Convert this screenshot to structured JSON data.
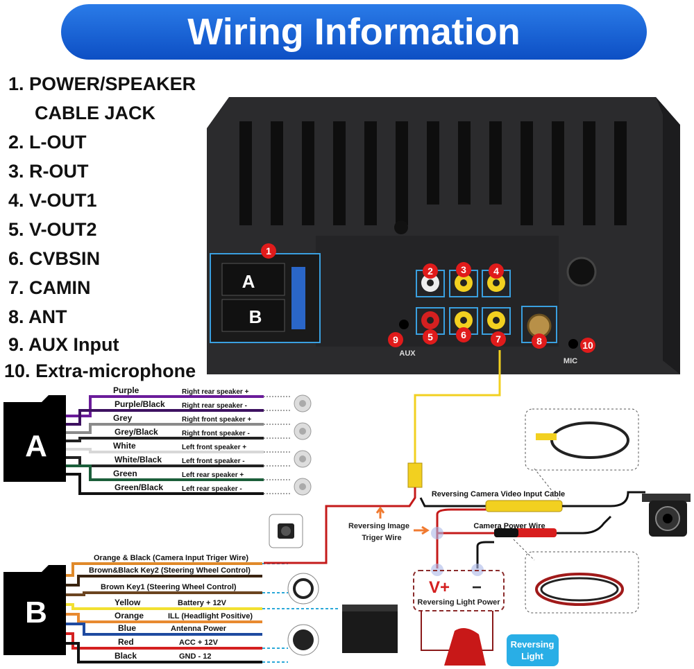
{
  "title": "Wiring Information",
  "legend": [
    {
      "num": "1.",
      "label": "POWER/SPEAKER",
      "label2": "CABLE JACK"
    },
    {
      "num": "2.",
      "label": "L-OUT"
    },
    {
      "num": "3.",
      "label": "R-OUT"
    },
    {
      "num": "4.",
      "label": "V-OUT1"
    },
    {
      "num": "5.",
      "label": "V-OUT2"
    },
    {
      "num": "6.",
      "label": "CVBSIN"
    },
    {
      "num": "7.",
      "label": "CAMIN"
    },
    {
      "num": "8.",
      "label": "ANT"
    },
    {
      "num": "9.",
      "label": "AUX Input"
    },
    {
      "num": "10.",
      "label": "Extra-microphone"
    }
  ],
  "unit": {
    "connector_a": "A",
    "connector_b": "B",
    "aux": "AUX",
    "mic": "MIC",
    "jacks": [
      "1",
      "2",
      "3",
      "4",
      "5",
      "6",
      "7",
      "8",
      "9",
      "10"
    ]
  },
  "harness_a": {
    "label": "A",
    "wires": [
      {
        "color": "Purple",
        "function": "Right rear speaker +",
        "hex": "#6a1b9a"
      },
      {
        "color": "Purple/Black",
        "function": "Right rear speaker -",
        "hex": "#3d1160"
      },
      {
        "color": "Grey",
        "function": "Right front speaker +",
        "hex": "#8a8a8a"
      },
      {
        "color": "Grey/Black",
        "function": "Right  front speaker -",
        "hex": "#222222"
      },
      {
        "color": "White",
        "function": "Left front speaker +",
        "hex": "#d8d8d8"
      },
      {
        "color": "White/Black",
        "function": "Left front speaker -",
        "hex": "#222222"
      },
      {
        "color": "Green",
        "function": "Left rear speaker +",
        "hex": "#1b5e3a"
      },
      {
        "color": "Green/Black",
        "function": "Left rear speaker -",
        "hex": "#111111"
      }
    ]
  },
  "harness_b": {
    "label": "B",
    "wires": [
      {
        "color": "Orange & Black (Camera Input Triger Wire)",
        "function": "",
        "hex": "#e08a2a"
      },
      {
        "color": "Brown&Black  Key2 (Steering Wheel Control)",
        "function": "",
        "hex": "#3a2410"
      },
      {
        "color": "Brown   Key1   (Steering Wheel Control)",
        "function": "",
        "hex": "#6b4420"
      },
      {
        "color": "Yellow",
        "function": "Battery + 12V",
        "hex": "#f2e030"
      },
      {
        "color": "Orange",
        "function": "ILL (Headlight Positive)",
        "hex": "#e88a30"
      },
      {
        "color": "Blue",
        "function": "Antenna Power",
        "hex": "#1e4aa0"
      },
      {
        "color": "Red",
        "function": "ACC + 12V",
        "hex": "#d42020"
      },
      {
        "color": "Black",
        "function": "GND - 12",
        "hex": "#111111"
      }
    ]
  },
  "camera": {
    "video_cable": "Reversing Camera Video Input Cable",
    "power_wire": "Camera Power Wire",
    "trigger_wire_1": "Reversing Image",
    "trigger_wire_2": "Triger Wire",
    "v_plus": "V+",
    "minus": "−",
    "light_power": "Reversing Light Power",
    "badge_1": "Reversing",
    "badge_2": "Light"
  },
  "colors": {
    "title_blue": "#1a62d6",
    "badge_blue": "#29aee6",
    "marker_red": "#e01b1b"
  }
}
